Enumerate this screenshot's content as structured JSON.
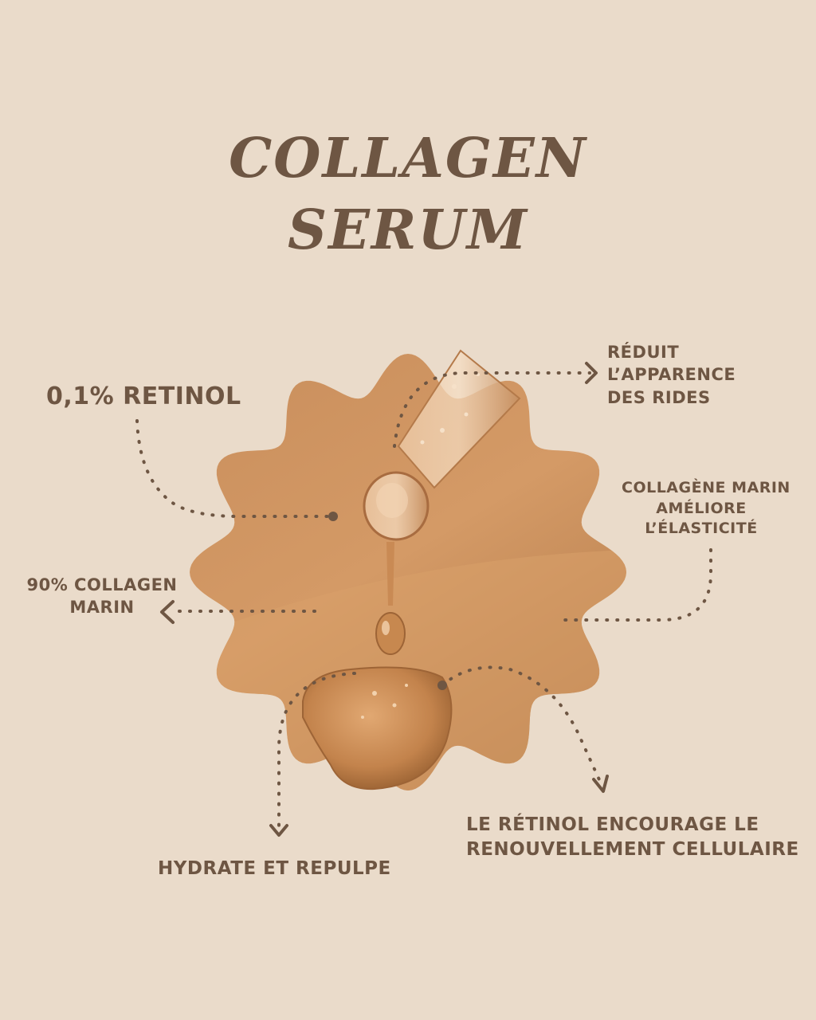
{
  "colors": {
    "background": "#EADBCA",
    "text": "#6E5643",
    "dotted_line": "#6E5643",
    "flower_light": "#D9A06E",
    "flower_dark": "#A86C40",
    "serum": "#C7884F"
  },
  "title": {
    "line1": "COLLAGEN",
    "line2": "SERUM"
  },
  "callouts": {
    "retinol": {
      "text": "0,1% RETINOL"
    },
    "rides": {
      "lines": [
        "RÉDUIT",
        "L’APPARENCE",
        "DES RIDES"
      ]
    },
    "elasticite": {
      "lines": [
        "COLLAGÈNE MARIN",
        "AMÉLIORE",
        "L’ÉLASTICITÉ"
      ]
    },
    "collagen_marin": {
      "lines": [
        "90% COLLAGEN",
        "MARIN"
      ]
    },
    "hydrate": {
      "text": "HYDRATE ET REPULPE"
    },
    "renouvellement": {
      "lines": [
        "LE RÉTINOL ENCOURAGE LE",
        "RENOUVELLEMENT CELLULAIRE"
      ]
    }
  },
  "icons": {
    "dropper": "serum-dropper-icon",
    "arrows": "dotted-arrow-icon"
  }
}
